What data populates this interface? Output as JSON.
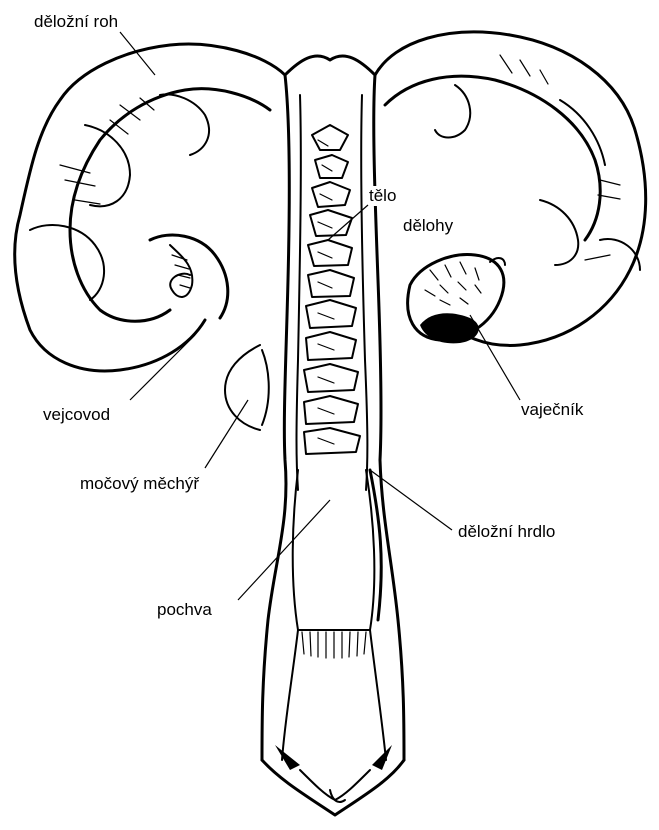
{
  "labels": {
    "uterine_horn": "děložní roh",
    "uterine_body_line1": "tělo",
    "uterine_body_line2": "dělohy",
    "oviduct": "vejcovod",
    "ovary": "vaječník",
    "bladder": "močový měchýř",
    "cervix": "děložní hrdlo",
    "vagina": "pochva"
  },
  "colors": {
    "line": "#000000",
    "background": "#ffffff"
  }
}
